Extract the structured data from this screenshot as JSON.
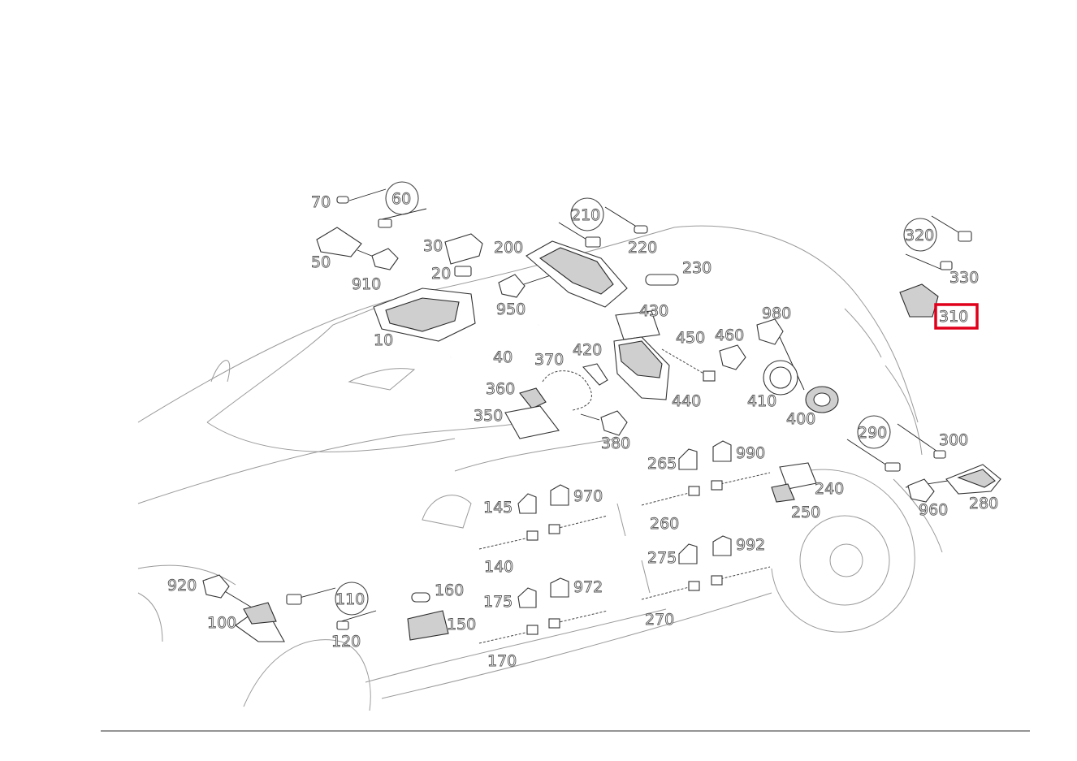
{
  "diagram": {
    "highlighted_part": "310",
    "callouts": {
      "p10": "10",
      "p20": "20",
      "p30": "30",
      "p40": "40",
      "p50": "50",
      "p60": "60",
      "p70": "70",
      "p100": "100",
      "p110": "110",
      "p120": "120",
      "p140": "140",
      "p145": "145",
      "p150": "150",
      "p160": "160",
      "p170": "170",
      "p175": "175",
      "p200": "200",
      "p210": "210",
      "p220": "220",
      "p230": "230",
      "p240": "240",
      "p250": "250",
      "p260": "260",
      "p265": "265",
      "p270": "270",
      "p275": "275",
      "p280": "280",
      "p290": "290",
      "p300": "300",
      "p310": "310",
      "p320": "320",
      "p330": "330",
      "p350": "350",
      "p360": "360",
      "p370": "370",
      "p380": "380",
      "p400": "400",
      "p410": "410",
      "p420": "420",
      "p430": "430",
      "p440": "440",
      "p450": "450",
      "p460": "460",
      "p910": "910",
      "p920": "920",
      "p950": "950",
      "p960": "960",
      "p970": "970",
      "p972": "972",
      "p980": "980",
      "p990": "990",
      "p992": "992"
    }
  },
  "colors": {
    "highlight": "#e0001b",
    "line": "#333333",
    "outline": "#9a9a9a"
  }
}
